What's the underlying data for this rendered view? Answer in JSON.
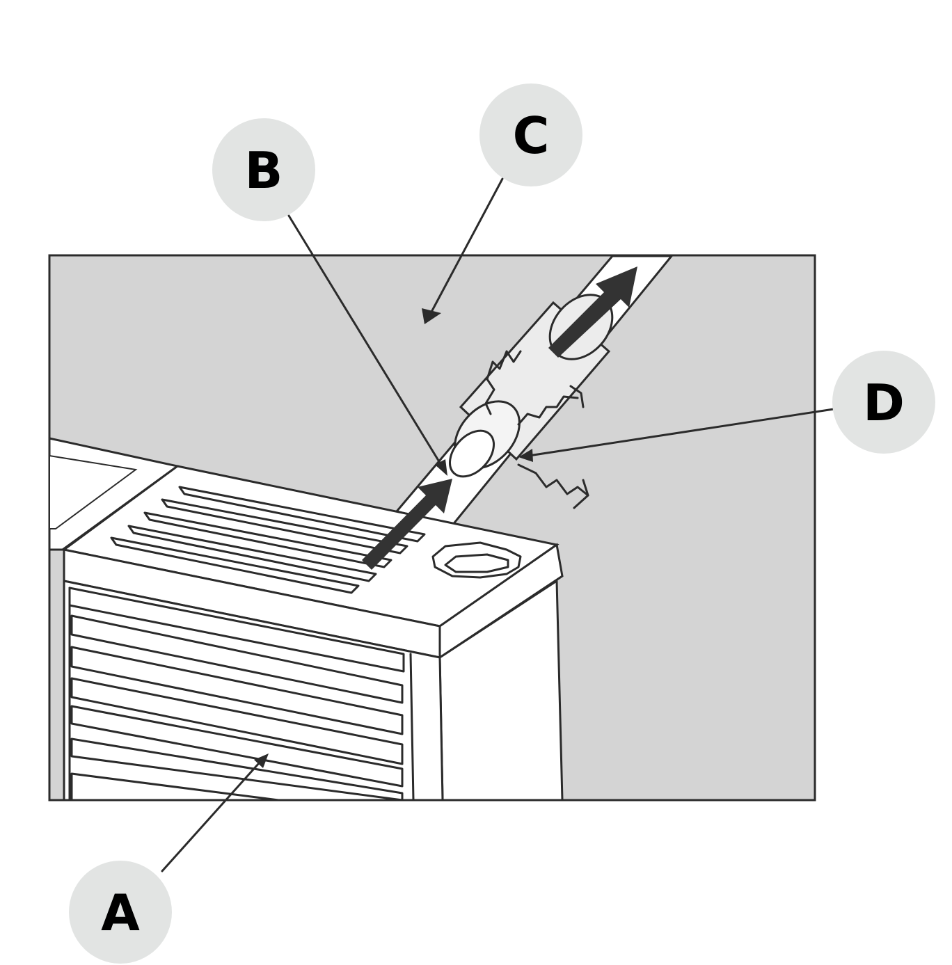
{
  "callouts": [
    {
      "id": "A",
      "label": "A"
    },
    {
      "id": "B",
      "label": "B"
    },
    {
      "id": "C",
      "label": "C"
    },
    {
      "id": "D",
      "label": "D"
    }
  ],
  "colors": {
    "wall": "#d4d4d4",
    "callout_circle": "#e2e4e3",
    "line": "#2b2b2b",
    "arrow_fill": "#333333",
    "stove_face": "#ffffff"
  },
  "icons": [
    "airflow-arrow-icon",
    "heat-wave-icon"
  ]
}
